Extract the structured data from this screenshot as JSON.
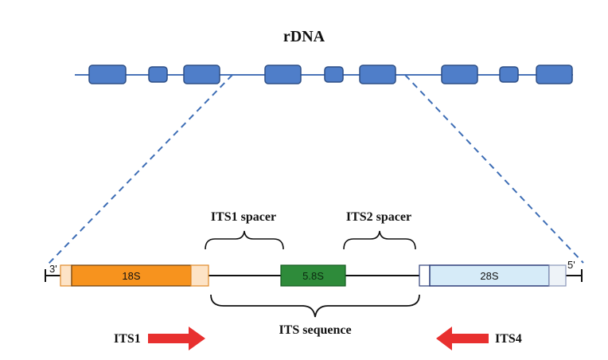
{
  "title": "rDNA",
  "genes": {
    "s18": "18S",
    "s58": "5.8S",
    "s28": "28S"
  },
  "ends": {
    "left": "3'",
    "right": "5'"
  },
  "spacers": {
    "its1": "ITS1 spacer",
    "its2": "ITS2 spacer"
  },
  "region_label": "ITS sequence",
  "primers": {
    "forward": "ITS1",
    "reverse": "ITS4"
  },
  "colors": {
    "rdna_line": "#4a74b8",
    "rdna_block": "#4f7ec9",
    "rdna_block_edge": "#2e4f86",
    "s18_fill": "#f7931e",
    "s18_flank": "#fde3c6",
    "s58_fill": "#2e8b3a",
    "s28_fill": "#d6ebf8",
    "s28_edge": "#2f3f7a",
    "arrow": "#e8302f",
    "dashed": "#3d6db5"
  }
}
